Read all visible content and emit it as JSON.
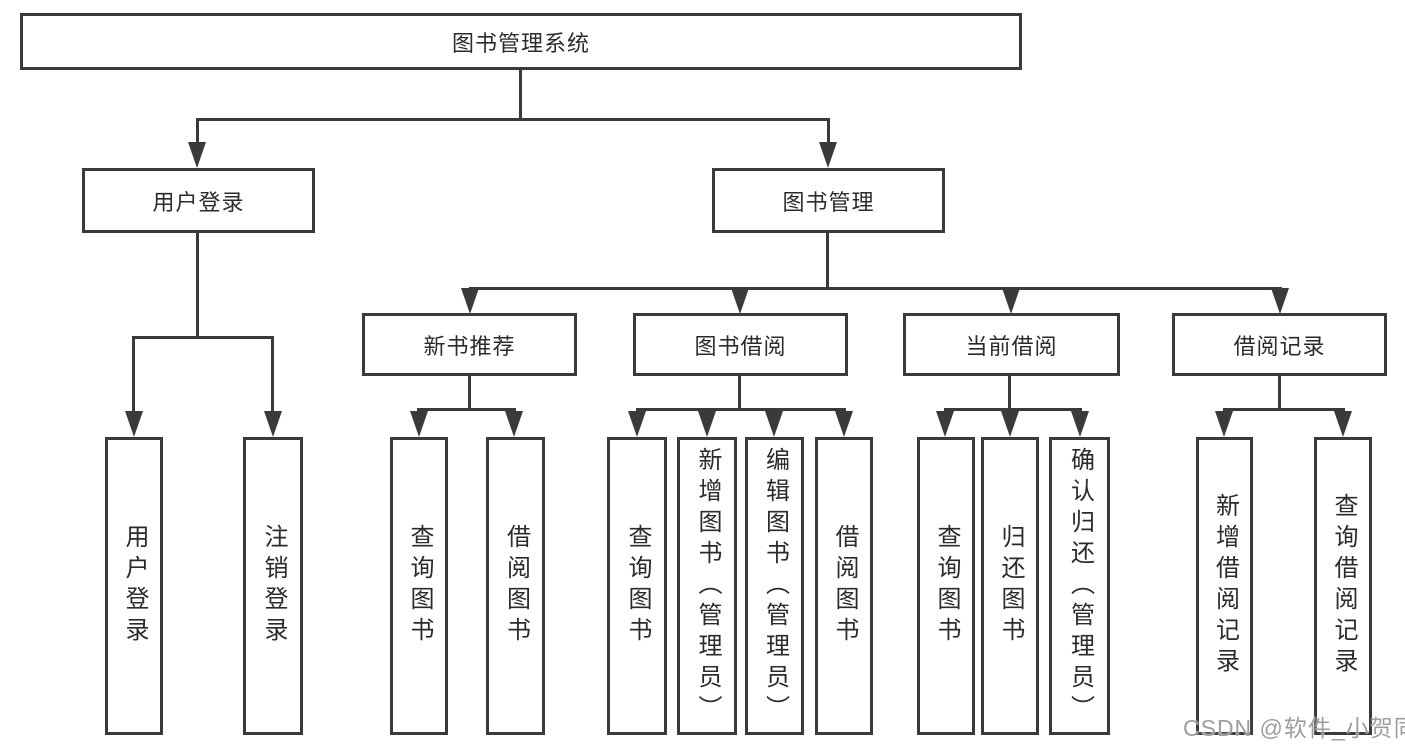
{
  "diagram": {
    "root_label": "图书管理系统",
    "level2": [
      "用户登录",
      "图书管理"
    ],
    "level3": [
      "新书推荐",
      "图书借阅",
      "当前借阅",
      "借阅记录"
    ],
    "leaves_user_login": [
      "用户登录",
      "注销登录"
    ],
    "leaves_new_books": [
      "查询图书",
      "借阅图书"
    ],
    "leaves_book_borrow": [
      "查询图书",
      "新增图书（管理员）",
      "编辑图书（管理员）",
      "借阅图书"
    ],
    "leaves_current_borrow": [
      "查询图书",
      "归还图书",
      "确认归还（管理员）"
    ],
    "leaves_borrow_records": [
      "新增借阅记录",
      "查询借阅记录"
    ]
  },
  "watermark": "CSDN @软件_小贺同学",
  "colors": {
    "line": "#3a3a3a",
    "text": "#2b2b2b",
    "watermark": "#9e9e9e",
    "background": "#ffffff"
  }
}
